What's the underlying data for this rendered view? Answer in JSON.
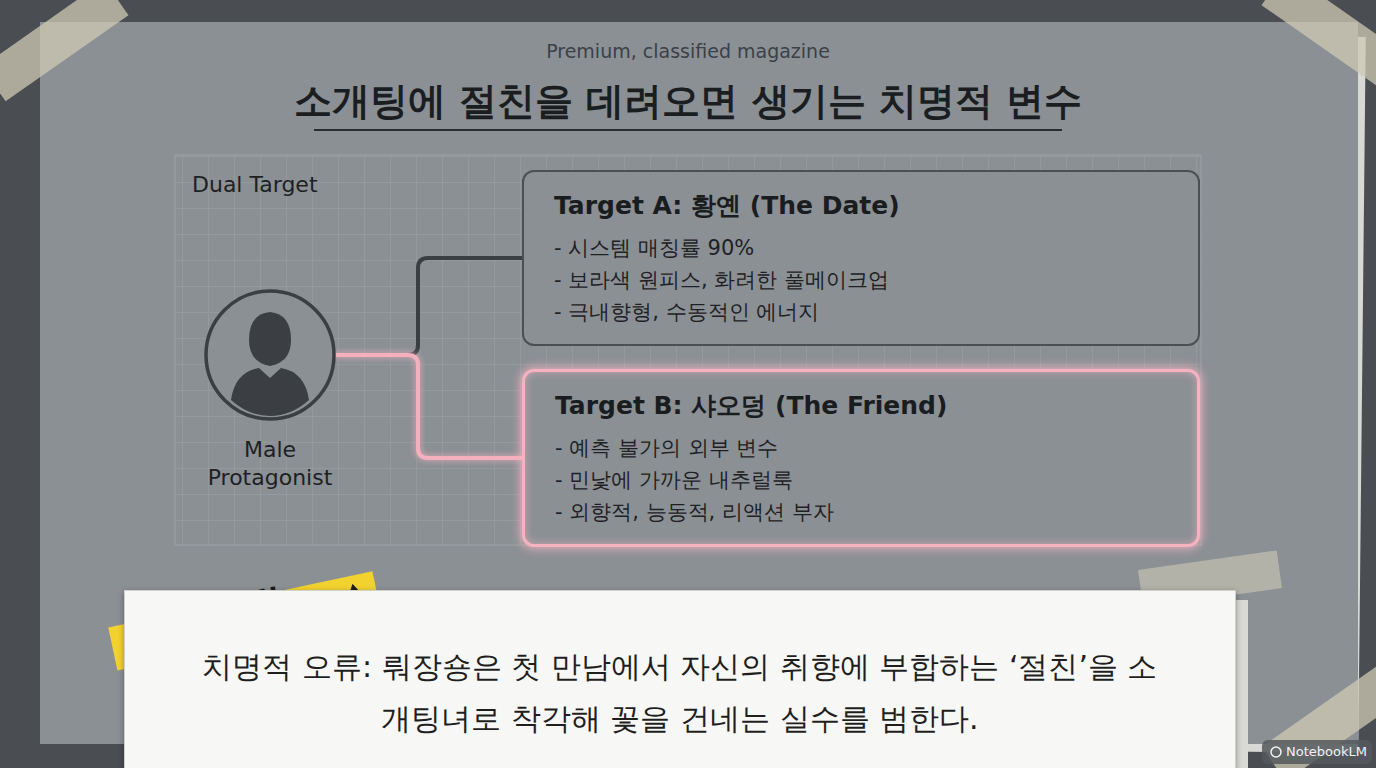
{
  "diagram": {
    "title": "소개팅에 절친을 데려오면 생기는 치명적 변수",
    "nodes": [
      {
        "text": [
          "Male Protagonist"
        ]
      },
      {
        "text": [
          "Target A: 황옌 (The Date)",
          "- 시스템 매칭률 90%",
          "- 보라색 원피스, 화려한 풀메이크업",
          "- 극내향형, 수동적인 에너지"
        ]
      },
      {
        "text": [
          "Target B: 샤오덩 (The Friend)",
          "- 예측 불가의 외부 변수",
          "- 민낯에 가까운 내추럴룩",
          "- 외향적, 능동적, 리액션 부자"
        ]
      },
      {
        "text": [
          "치명적 오류: 뤄장숑은 첫 만남에서 자신의 취향에 부합하는 ‘절친’을 소개팅녀로 착각해 꽃을 건네는 실수를 범한다."
        ]
      }
    ],
    "edges": [
      {
        "from": 0,
        "to": 1,
        "arrow": "none"
      },
      {
        "from": 0,
        "to": 2,
        "arrow": "none"
      }
    ],
    "labels": [
      "Premium, classified magazine",
      "Dual Target",
      "CAUTION",
      "NotebookLM"
    ]
  }
}
